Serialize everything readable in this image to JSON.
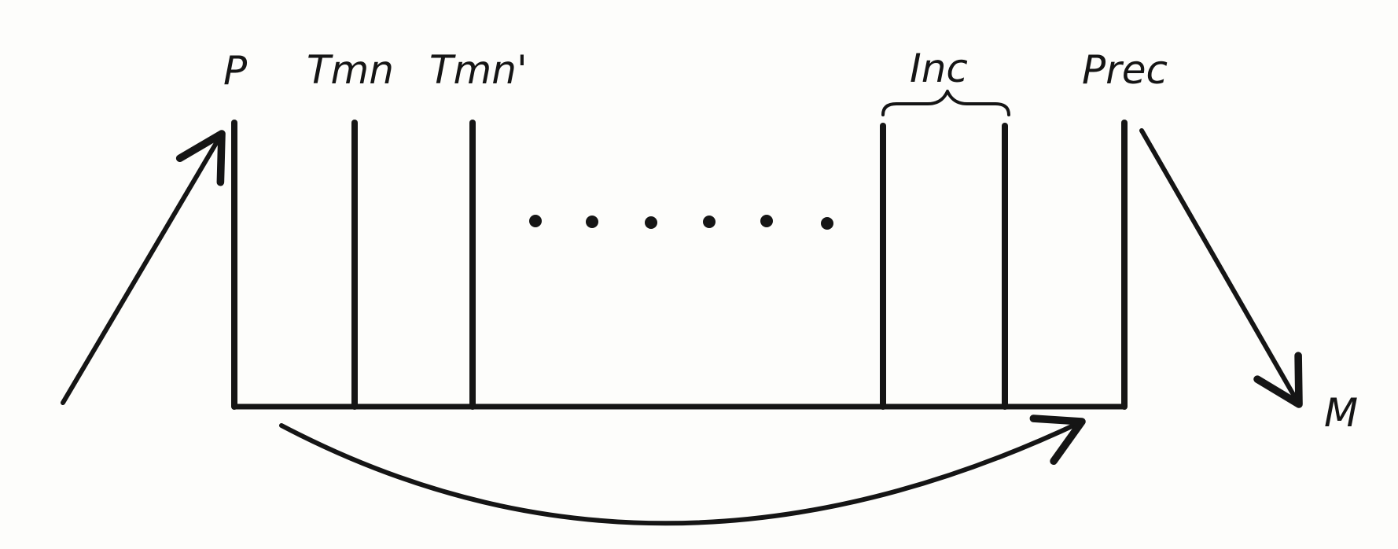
{
  "labels": {
    "P": "P",
    "Tmn": "Tmn",
    "Tmn_prime": "Tmn'",
    "Inc": "Inc",
    "Prec": "Prec",
    "M": "M"
  },
  "colors": {
    "ink": "#151515",
    "paper": "#fdfdfb"
  }
}
